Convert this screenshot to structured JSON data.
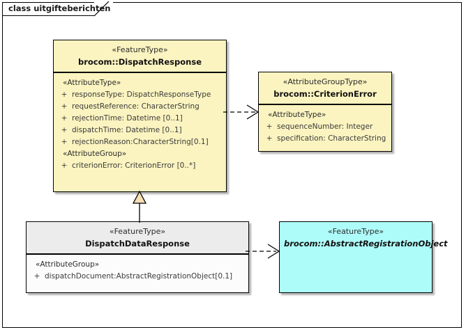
{
  "diagram": {
    "tab_label": "class uitgifteberichten",
    "colors": {
      "featuretype_fill": "#fbf4c0",
      "abstract_fill": "#aefcfa",
      "plain_header_fill": "#ececec",
      "plain_body_fill": "#fcfcfc",
      "border": "#000000",
      "generalization_fill": "#f6ddb4"
    }
  },
  "classes": {
    "dispatch_response": {
      "stereotype": "«FeatureType»",
      "name": "brocom::DispatchResponse",
      "compartments": [
        {
          "group": "«AttributeType»",
          "attributes": [
            {
              "visibility": "+",
              "text": "responseType: DispatchResponseType"
            },
            {
              "visibility": "+",
              "text": "requestReference: CharacterString"
            },
            {
              "visibility": "+",
              "text": "rejectionTime: Datetime [0..1]"
            },
            {
              "visibility": "+",
              "text": "dispatchTime: Datetime [0..1]"
            },
            {
              "visibility": "+",
              "text": "rejectionReason:CharacterString[0.1]"
            }
          ]
        },
        {
          "group": "«AttributeGroup»",
          "attributes": [
            {
              "visibility": "+",
              "text": "criterionError: CriterionError [0..*]"
            }
          ]
        }
      ]
    },
    "criterion_error": {
      "stereotype": "«AttributeGroupType»",
      "name": "brocom::CriterionError",
      "compartments": [
        {
          "group": "«AttributeType»",
          "attributes": [
            {
              "visibility": "+",
              "text": "sequenceNumber: Integer"
            },
            {
              "visibility": "+",
              "text": "specification: CharacterString"
            }
          ]
        }
      ]
    },
    "dispatch_data_response": {
      "stereotype": "«FeatureType»",
      "name": "DispatchDataResponse",
      "compartments": [
        {
          "group": "«AttributeGroup»",
          "attributes": [
            {
              "visibility": "+",
              "text": "dispatchDocument:AbstractRegistrationObject[0.1]"
            }
          ]
        }
      ]
    },
    "abstract_registration_object": {
      "stereotype": "«FeatureType»",
      "name": "brocom::AbstractRegistrationObject",
      "compartments": []
    }
  },
  "connectors": [
    {
      "id": "dependency-criterion-error",
      "type": "dependency",
      "style": "dashed-open-arrow",
      "source": "brocom::DispatchResponse",
      "target": "brocom::CriterionError"
    },
    {
      "id": "generalization-dispatch-data-response",
      "type": "generalization",
      "style": "solid-hollow-triangle",
      "source": "DispatchDataResponse",
      "target": "brocom::DispatchResponse"
    },
    {
      "id": "dependency-abstract-registration-object",
      "type": "dependency",
      "style": "dashed-open-arrow",
      "source": "DispatchDataResponse",
      "target": "brocom::AbstractRegistrationObject"
    }
  ]
}
